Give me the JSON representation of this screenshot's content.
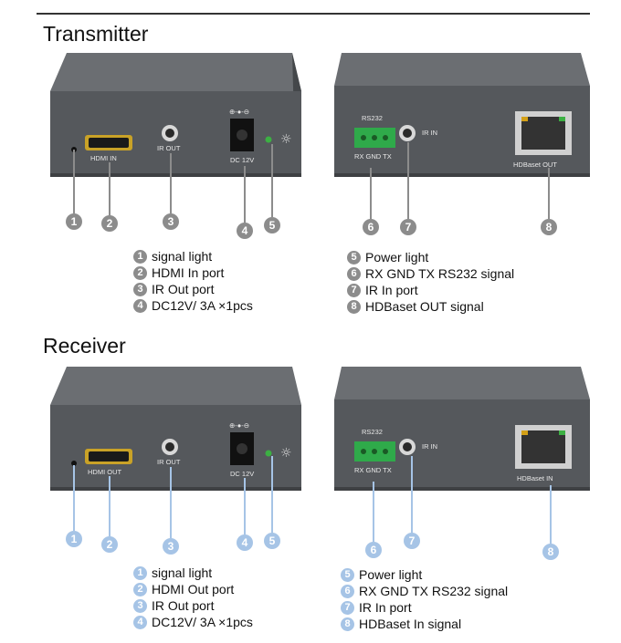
{
  "sections": {
    "transmitter": {
      "title": "Transmitter",
      "front_labels": {
        "hdmi": "HDMI IN",
        "ir": "IR OUT",
        "dc": "DC 12V"
      },
      "back_labels": {
        "rs232": "RS232",
        "rxgndtx": "RX GND TX",
        "ir": "IR IN",
        "hdbaset": "HDBaset   OUT"
      },
      "legend_left": [
        {
          "num": "1",
          "text": "signal light"
        },
        {
          "num": "2",
          "text": "HDMI In port"
        },
        {
          "num": "3",
          "text": "IR Out port"
        },
        {
          "num": "4",
          "text": "DC12V/ 3A ×1pcs"
        }
      ],
      "legend_right": [
        {
          "num": "5",
          "text": "Power light"
        },
        {
          "num": "6",
          "text": "RX GND TX RS232 signal"
        },
        {
          "num": "7",
          "text": "IR In port"
        },
        {
          "num": "8",
          "text": "HDBaset OUT signal"
        }
      ]
    },
    "receiver": {
      "title": "Receiver",
      "front_labels": {
        "hdmi": "HDMI OUT",
        "ir": "IR OUT",
        "dc": "DC 12V"
      },
      "back_labels": {
        "rs232": "RS232",
        "rxgndtx": "RX GND TX",
        "ir": "IR IN",
        "hdbaset": "HDBaset   IN"
      },
      "legend_left": [
        {
          "num": "1",
          "text": "signal light"
        },
        {
          "num": "2",
          "text": "HDMI Out port"
        },
        {
          "num": "3",
          "text": "IR Out port"
        },
        {
          "num": "4",
          "text": "DC12V/ 3A ×1pcs"
        }
      ],
      "legend_right": [
        {
          "num": "5",
          "text": "Power light"
        },
        {
          "num": "6",
          "text": "RX GND TX RS232 signal"
        },
        {
          "num": "7",
          "text": "IR In port"
        },
        {
          "num": "8",
          "text": "HDBaset In signal"
        }
      ]
    }
  },
  "marker_numbers": [
    "1",
    "2",
    "3",
    "4",
    "5",
    "6",
    "7",
    "8"
  ],
  "colors": {
    "transmitter_markers": "#8c8c8c",
    "receiver_markers": "#a6c4e6",
    "device_body": "#55585c",
    "led": "#3cb043"
  }
}
